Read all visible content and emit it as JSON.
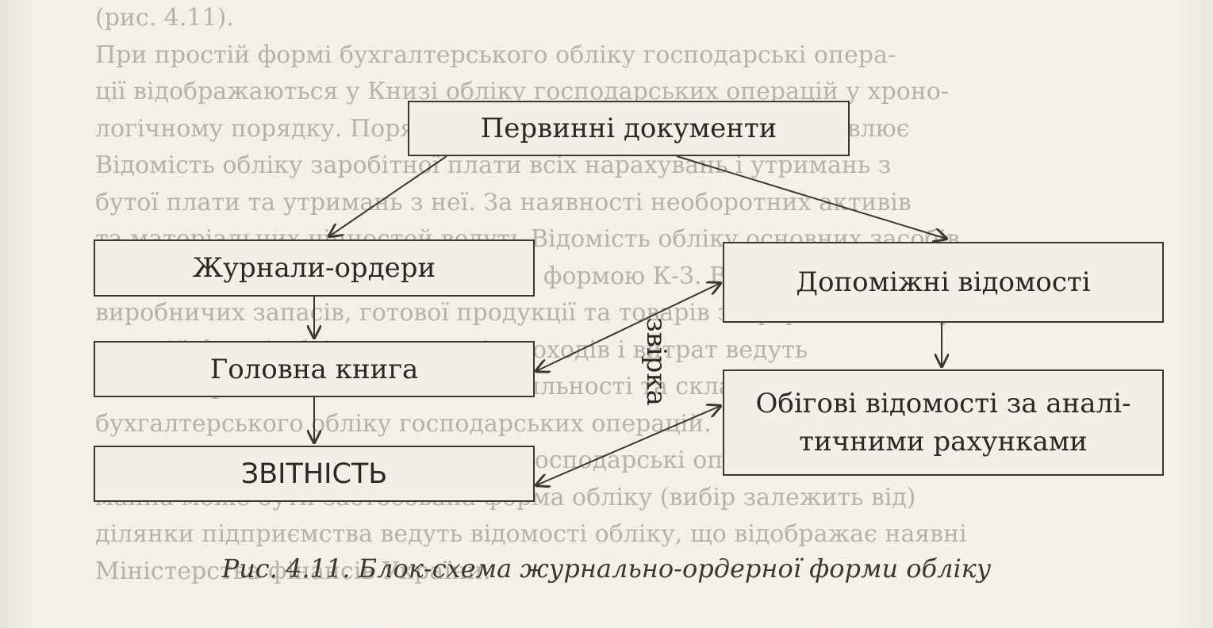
{
  "background_text": [
    "(рис. 4.11).",
    "При простій формі бухгалтерського обліку господарські опера-",
    "ції відображаються у Книзі обліку господарських операцій у хроно-",
    "логічному порядку. Порядок використання на вибір встановлює",
    "Відомість обліку заробітної плати всіх нарахувань і утримань з",
    "бутої плати та утримань з неї. За наявності необоротних активів",
    "та матеріальних цінностей ведуть Відомість обліку основних засобів,",
    "нарахованої амортизації (зносу) за формою К-3. Відомість обліку",
    "виробничих запасів, готової продукції та товарів за формою К-2. При",
    "простій формі обліку реєстрацію доходів і витрат ведуть",
    "ведення фінансових показників діяльності та складання звітів",
    "бухгалтерського обліку господарських операцій.",
    "Для підприємств, які реєструють господарські операції обліку",
    "майна може бути застосована форма обліку (вибір залежить від)",
    "ділянки підприємства ведуть відомості обліку, що відображає наявні",
    "Міністерства фінансів України."
  ],
  "diagram": {
    "boxes": {
      "primary": "Первинні документи",
      "journals": "Журнали-ордери",
      "ledger": "Головна книга",
      "report": "ЗВІТНІСТЬ",
      "aux": "Допоміжні відомості",
      "turnover_line1": "Обігові відомості за аналі-",
      "turnover_line2": "тичними рахунками"
    },
    "reconcile_label": "звірка",
    "caption": "Рис. 4.11. Блок-схема журнально-ордерної форми обліку"
  },
  "colors": {
    "paper": "#f2efe8",
    "ink": "#2b2724"
  }
}
